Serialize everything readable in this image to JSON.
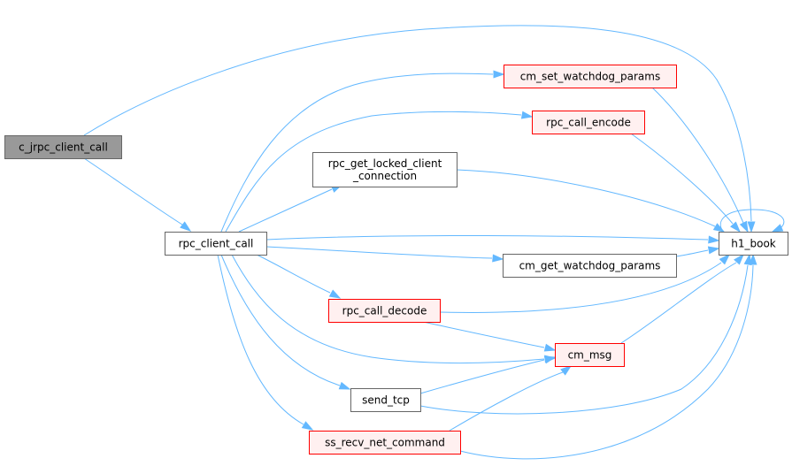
{
  "colors": {
    "edge": "#63b8ff",
    "root_fill": "#999999",
    "root_border": "#666666",
    "normal_fill": "#ffffff",
    "normal_border": "#666666",
    "incomplete_fill": "#fff0f0",
    "incomplete_border": "#ff0000"
  },
  "graph": {
    "nodes": [
      {
        "id": "c_jrpc_client_call",
        "label": "c_jrpc_client_call",
        "style": "root"
      },
      {
        "id": "rpc_client_call",
        "label": "rpc_client_call",
        "style": "normal"
      },
      {
        "id": "cm_set_watchdog_params",
        "label": "cm_set_watchdog_params",
        "style": "incomplete"
      },
      {
        "id": "rpc_call_encode",
        "label": "rpc_call_encode",
        "style": "incomplete"
      },
      {
        "id": "rpc_get_locked_client_connection",
        "label": [
          "rpc_get_locked_client",
          "_connection"
        ],
        "style": "normal"
      },
      {
        "id": "h1_book",
        "label": "h1_book",
        "style": "normal"
      },
      {
        "id": "cm_get_watchdog_params",
        "label": "cm_get_watchdog_params",
        "style": "normal"
      },
      {
        "id": "rpc_call_decode",
        "label": "rpc_call_decode",
        "style": "incomplete"
      },
      {
        "id": "cm_msg",
        "label": "cm_msg",
        "style": "incomplete"
      },
      {
        "id": "send_tcp",
        "label": "send_tcp",
        "style": "normal"
      },
      {
        "id": "ss_recv_net_command",
        "label": "ss_recv_net_command",
        "style": "incomplete"
      }
    ],
    "edges": [
      {
        "from": "c_jrpc_client_call",
        "to": "rpc_client_call"
      },
      {
        "from": "c_jrpc_client_call",
        "to": "h1_book"
      },
      {
        "from": "rpc_client_call",
        "to": "cm_set_watchdog_params"
      },
      {
        "from": "rpc_client_call",
        "to": "rpc_call_encode"
      },
      {
        "from": "rpc_client_call",
        "to": "rpc_get_locked_client_connection"
      },
      {
        "from": "rpc_client_call",
        "to": "h1_book"
      },
      {
        "from": "rpc_client_call",
        "to": "cm_get_watchdog_params"
      },
      {
        "from": "rpc_client_call",
        "to": "rpc_call_decode"
      },
      {
        "from": "rpc_client_call",
        "to": "cm_msg"
      },
      {
        "from": "rpc_client_call",
        "to": "send_tcp"
      },
      {
        "from": "rpc_client_call",
        "to": "ss_recv_net_command"
      },
      {
        "from": "cm_set_watchdog_params",
        "to": "h1_book"
      },
      {
        "from": "rpc_call_encode",
        "to": "h1_book"
      },
      {
        "from": "rpc_get_locked_client_connection",
        "to": "h1_book"
      },
      {
        "from": "h1_book",
        "to": "h1_book"
      },
      {
        "from": "cm_get_watchdog_params",
        "to": "h1_book"
      },
      {
        "from": "rpc_call_decode",
        "to": "h1_book"
      },
      {
        "from": "rpc_call_decode",
        "to": "cm_msg"
      },
      {
        "from": "cm_msg",
        "to": "h1_book"
      },
      {
        "from": "send_tcp",
        "to": "cm_msg"
      },
      {
        "from": "send_tcp",
        "to": "h1_book"
      },
      {
        "from": "ss_recv_net_command",
        "to": "cm_msg"
      },
      {
        "from": "ss_recv_net_command",
        "to": "h1_book"
      }
    ]
  }
}
